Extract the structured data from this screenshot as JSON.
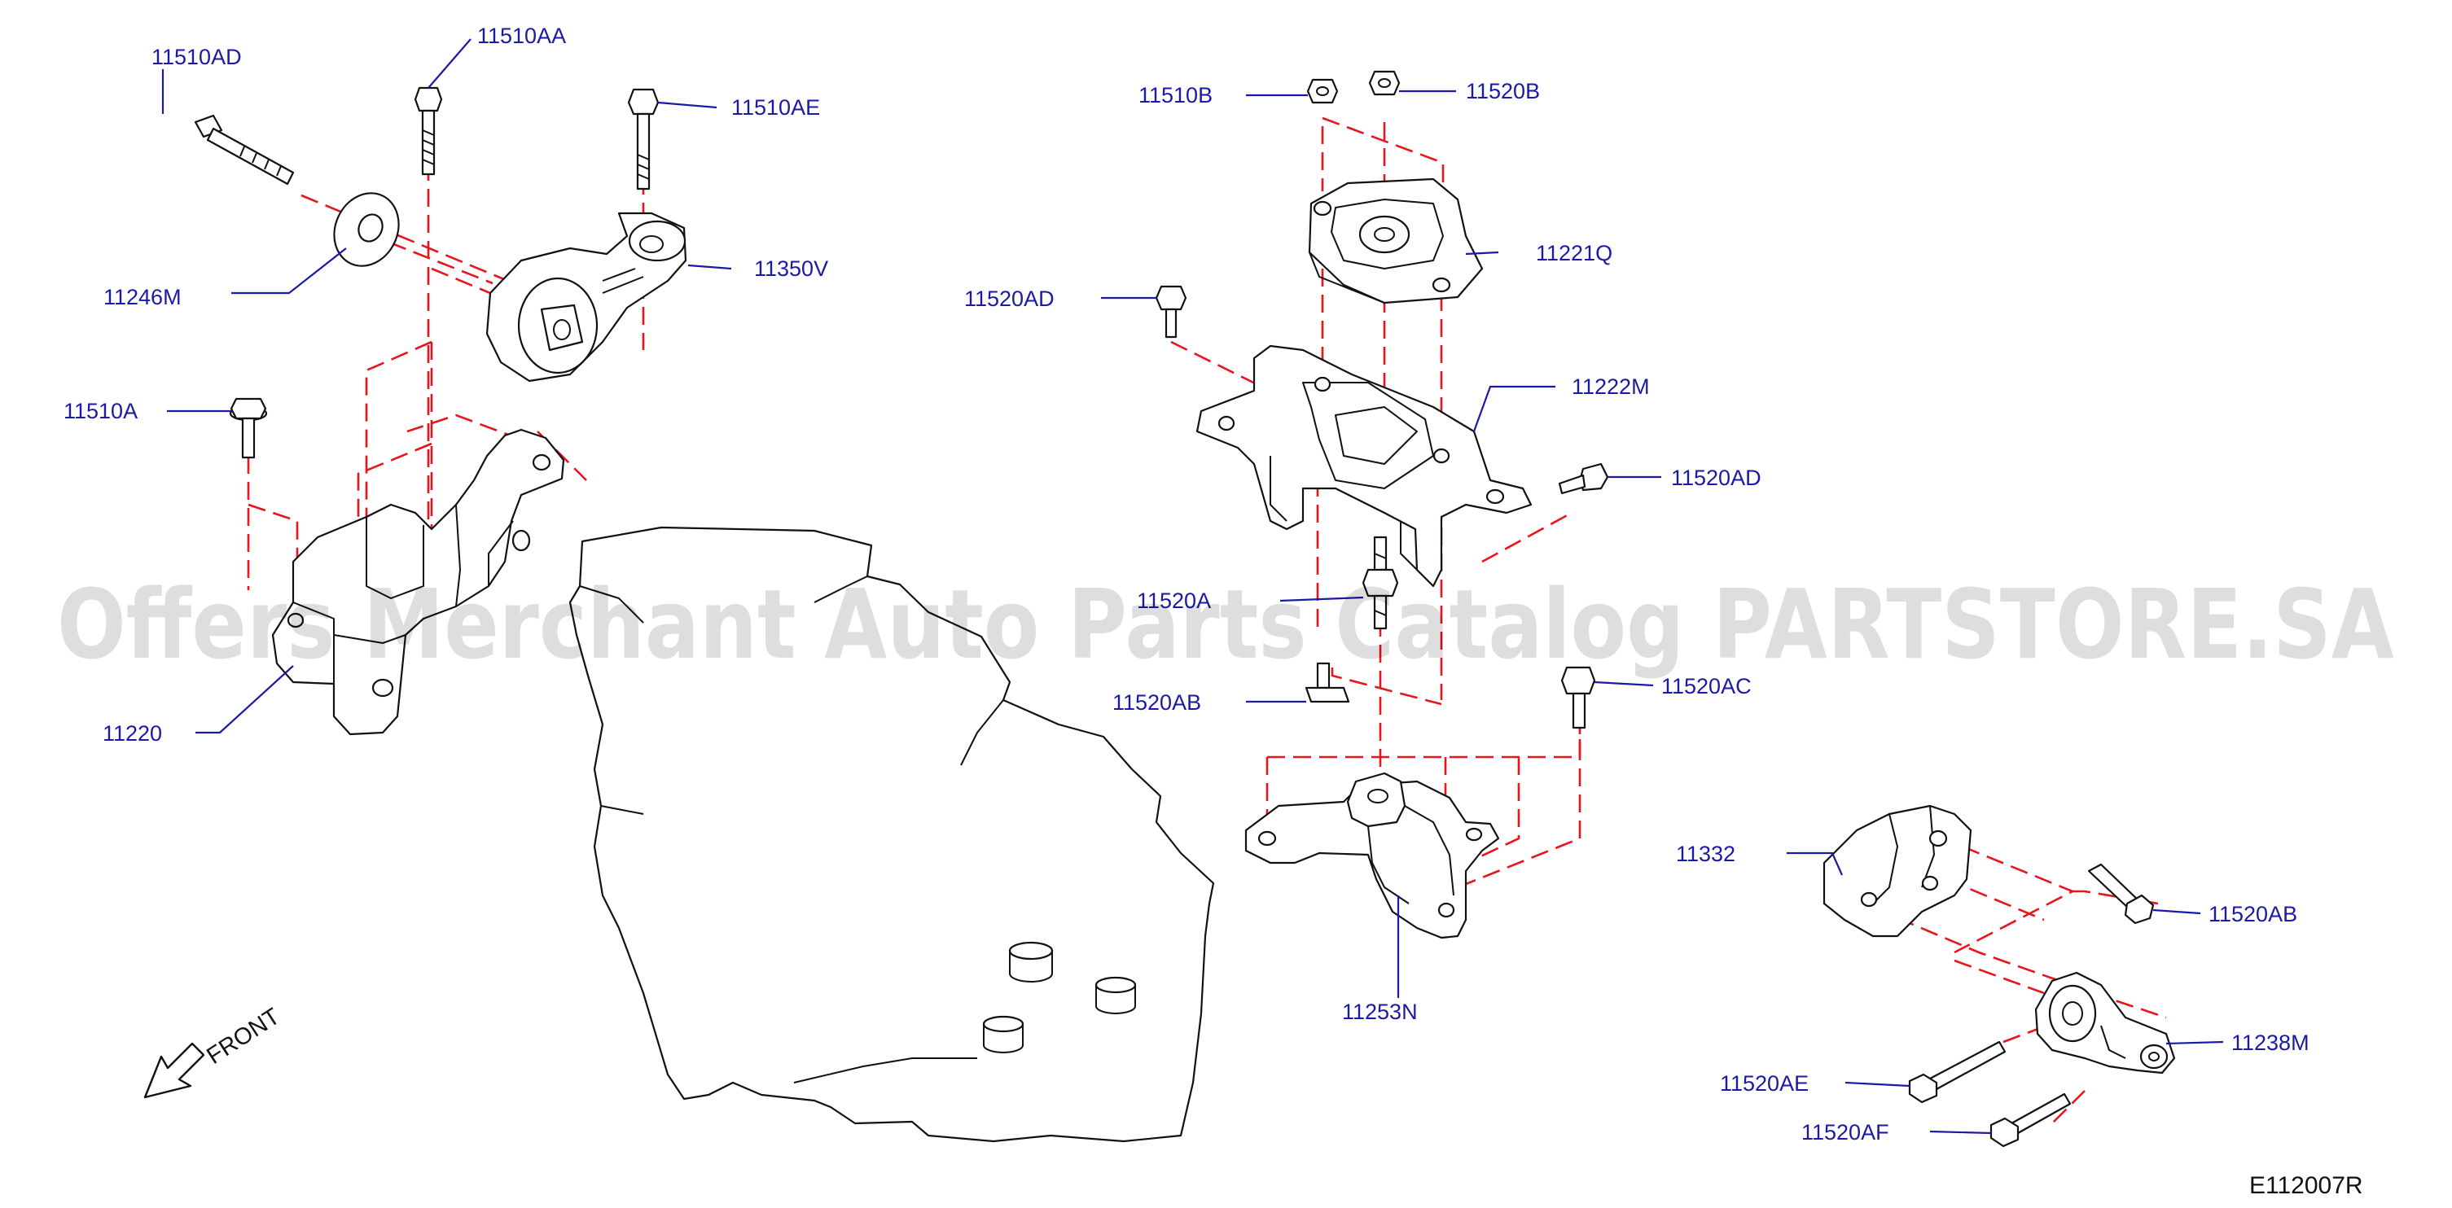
{
  "callouts": {
    "p11510AD_a": "11510AD",
    "p11510AA": "11510AA",
    "p11510AE_a": "11510AE",
    "p11246M": "11246M",
    "p11350V": "11350V",
    "p11510A": "11510A",
    "p11220": "11220",
    "p11510B": "11510B",
    "p11520B": "11520B",
    "p11221Q": "11221Q",
    "p11520AD_a": "11520AD",
    "p11222M": "11222M",
    "p11520AD_b": "11520AD",
    "p11520A": "11520A",
    "p11520AB_a": "11520AB",
    "p11520AC": "11520AC",
    "p11253N": "11253N",
    "p11332": "11332",
    "p11520AB_b": "11520AB",
    "p11238M": "11238M",
    "p11520AE": "11520AE",
    "p11520AF": "11520AF"
  },
  "front_label": "FRONT",
  "drawing_number": "E112007R",
  "watermark": "Offers Merchant Auto Parts Catalog PARTSTORE.SA",
  "colors": {
    "label": "#1a1aa6",
    "phantom_line": "#e8141e",
    "outline": "#111111"
  },
  "icons": [
    "front-direction-arrow-icon"
  ]
}
